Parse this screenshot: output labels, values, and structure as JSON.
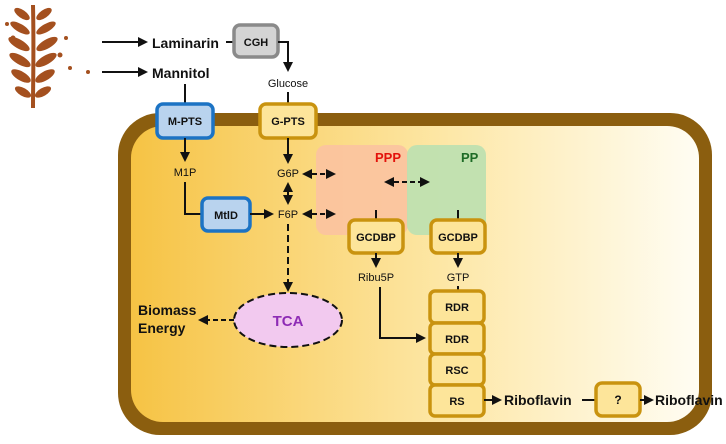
{
  "inputs": {
    "laminarin": "Laminarin",
    "mannitol": "Mannitol",
    "glucose": "Glucose"
  },
  "transporters": {
    "cgh": "CGH",
    "mpts": "M-PTS",
    "gpts": "G-PTS",
    "mtld": "MtlD"
  },
  "metabolites": {
    "m1p": "M1P",
    "g6p": "G6P",
    "f6p": "F6P",
    "ribu5p": "Ribu5P",
    "gtp": "GTP"
  },
  "pathways": {
    "ppp": "PPP",
    "pp": "PP",
    "tca": "TCA"
  },
  "enzymes": {
    "gcdbp_left": "GCDBP",
    "gcdbp_right": "GCDBP",
    "rdr_top": "RDR",
    "rdr_bottom": "RDR",
    "rsc": "RSC",
    "rs": "RS",
    "unknown": "?"
  },
  "outputs": {
    "biomass": "Biomass",
    "energy": "Energy",
    "riboflavin_inside": "Riboflavin",
    "riboflavin_outside": "Riboflavin"
  },
  "colors": {
    "cell_border": "#8b5e0f",
    "cell_fill_left": "#f7c64a",
    "cell_fill_right": "#fffbea",
    "enzyme_border": "#c9930f",
    "enzyme_fill": "#fde59a",
    "transporter_blue_border": "#1c73c4",
    "transporter_blue_fill": "#b9d3ee",
    "cgh_border": "#8a8a8a",
    "cgh_fill": "#d4d4d4",
    "ppp_fill": "#fbc7a5",
    "ppp_label": "#e3120b",
    "pp_fill": "#bfe0b0",
    "pp_label": "#1d6b26",
    "tca_fill": "#f2c9ef",
    "tca_label": "#8e2bb5",
    "seaweed": "#a4501f"
  }
}
